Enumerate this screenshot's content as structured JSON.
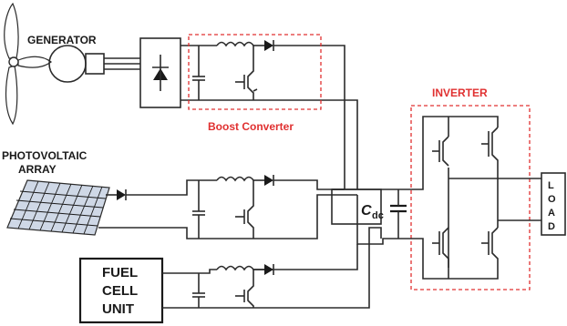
{
  "labels": {
    "generator": "GENERATOR",
    "boost_converter": "Boost Converter",
    "inverter": "INVERTER",
    "pv_line1": "PHOTOVOLTAIC",
    "pv_line2": "ARRAY",
    "fuel_line1": "FUEL",
    "fuel_line2": "CELL",
    "fuel_line3": "UNIT",
    "cdc_main": "C",
    "cdc_sub": "dc",
    "load_l": "L",
    "load_o": "O",
    "load_a": "A",
    "load_d": "D"
  },
  "colors": {
    "accent_red": "#e03030",
    "wire": "#2b2b2b"
  }
}
